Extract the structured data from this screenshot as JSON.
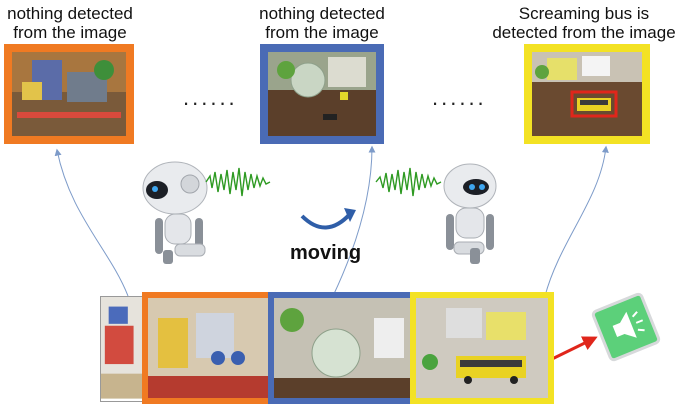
{
  "captions": {
    "left": [
      "nothing detected",
      "from the image"
    ],
    "middle": [
      "nothing detected",
      "from the image"
    ],
    "right": [
      "Screaming bus is",
      "detected from the image"
    ]
  },
  "ellipsis": "......",
  "moving_label": "moving",
  "colors": {
    "orange": "#f07a22",
    "blue": "#4a6bb5",
    "yellow": "#f3e224",
    "red": "#e0261b",
    "wave_green": "#2e9a22",
    "speaker_green": "#5cd07a",
    "line_blue": "#7d9bc9"
  },
  "icons": [
    "robot-icon",
    "sound-wave-icon",
    "rotate-arrow-icon",
    "speaker-icon"
  ]
}
